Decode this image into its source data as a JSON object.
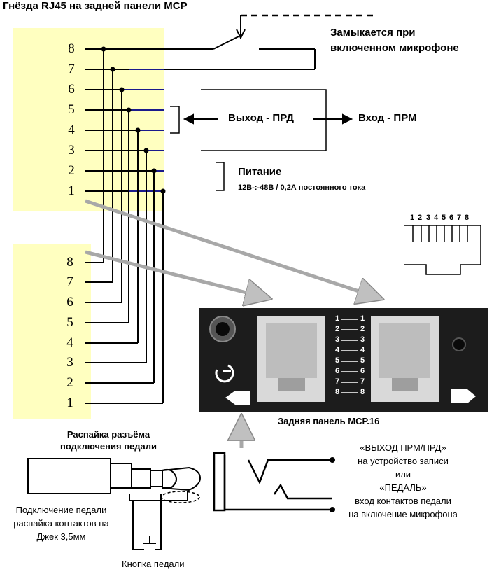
{
  "title": "Гнёзда RJ45 на задней панели МСР",
  "switch_label_line1": "Замыкается при",
  "switch_label_line2": "включенном микрофоне",
  "output_label": "Выход - ПРД",
  "input_label": "Вход - ПРМ",
  "power_label": "Питание",
  "power_spec": "12В-:-48В / 0,2А постоянного тока",
  "upper_jack_pins": [
    "8",
    "7",
    "6",
    "5",
    "4",
    "3",
    "2",
    "1"
  ],
  "lower_jack_pins": [
    "8",
    "7",
    "6",
    "5",
    "4",
    "3",
    "2",
    "1"
  ],
  "connector_pins": [
    "1",
    "2",
    "3",
    "4",
    "5",
    "6",
    "7",
    "8"
  ],
  "panel_pins": [
    "1",
    "2",
    "3",
    "4",
    "5",
    "6",
    "7",
    "8"
  ],
  "panel_caption": "Задняя панель МСР.16",
  "pedal_title_line1": "Распайка разъёма",
  "pedal_title_line2": "подключения педали",
  "jack_caption_line1": "Подключение педали",
  "jack_caption_line2": "распайка контактов на",
  "jack_caption_line3": "Джек 3,5мм",
  "pedal_button_label": "Кнопка педали",
  "output_desc_line1": "«ВЫХОД ПРМ/ПРД»",
  "output_desc_line2": "на устройство записи",
  "output_desc_line3": "или",
  "output_desc_line4": "«ПЕДАЛЬ»",
  "output_desc_line5": "вход контактов педали",
  "output_desc_line6": "на включение микрофона",
  "colors": {
    "pin_box": "#ffffc0",
    "wire_blue": "#1a1a8c",
    "panel": "#1c1c1c",
    "arrow_gray": "#c8c8c8"
  }
}
